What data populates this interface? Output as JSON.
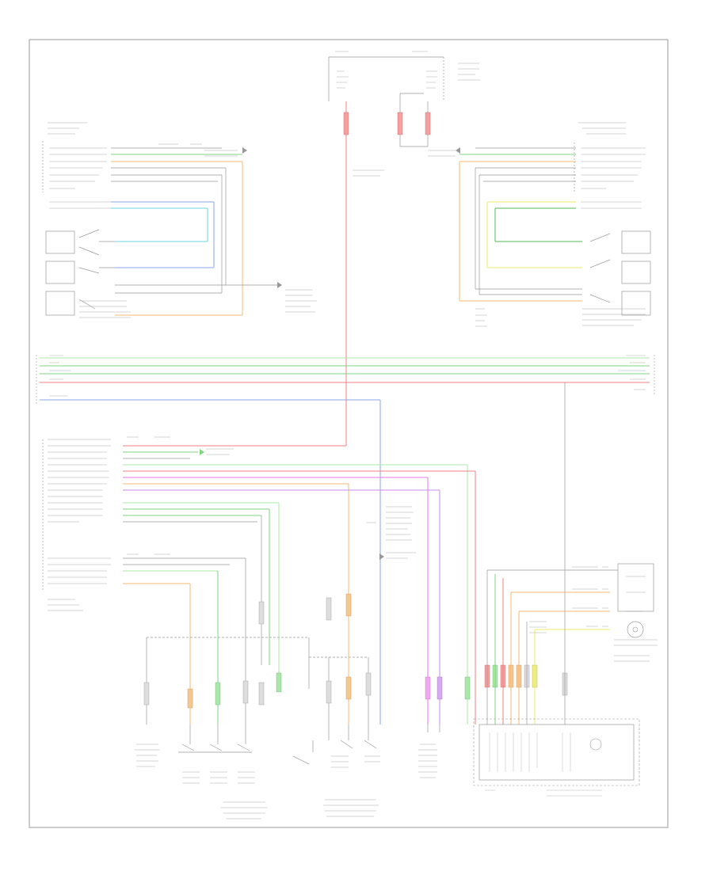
{
  "diagram": {
    "footer_code": "",
    "colors": {
      "red": "#f08080",
      "green": "#7fd67f",
      "light_green": "#a8e8a8",
      "blue": "#8aa4ee",
      "purple": "#cc88ee",
      "magenta": "#e477e4",
      "orange": "#f5b872",
      "yellow": "#eeee66",
      "dark_green": "#50b850",
      "cyan": "#6ad6e0",
      "gray": "#999999",
      "frame": "#9a9a9a"
    },
    "blocks": [
      {
        "id": "top-fuse-block"
      },
      {
        "id": "driver-seat-module"
      },
      {
        "id": "passenger-seat-module"
      },
      {
        "id": "left-rear-door-switches"
      },
      {
        "id": "right-rear-door-switches"
      },
      {
        "id": "rear-door-module"
      },
      {
        "id": "rear-door-switches"
      },
      {
        "id": "left-front-door-switches"
      },
      {
        "id": "door-actuator"
      },
      {
        "id": "rear-door-motor"
      },
      {
        "id": "rear-door-button-module"
      },
      {
        "id": "rear-window-motor"
      }
    ]
  }
}
